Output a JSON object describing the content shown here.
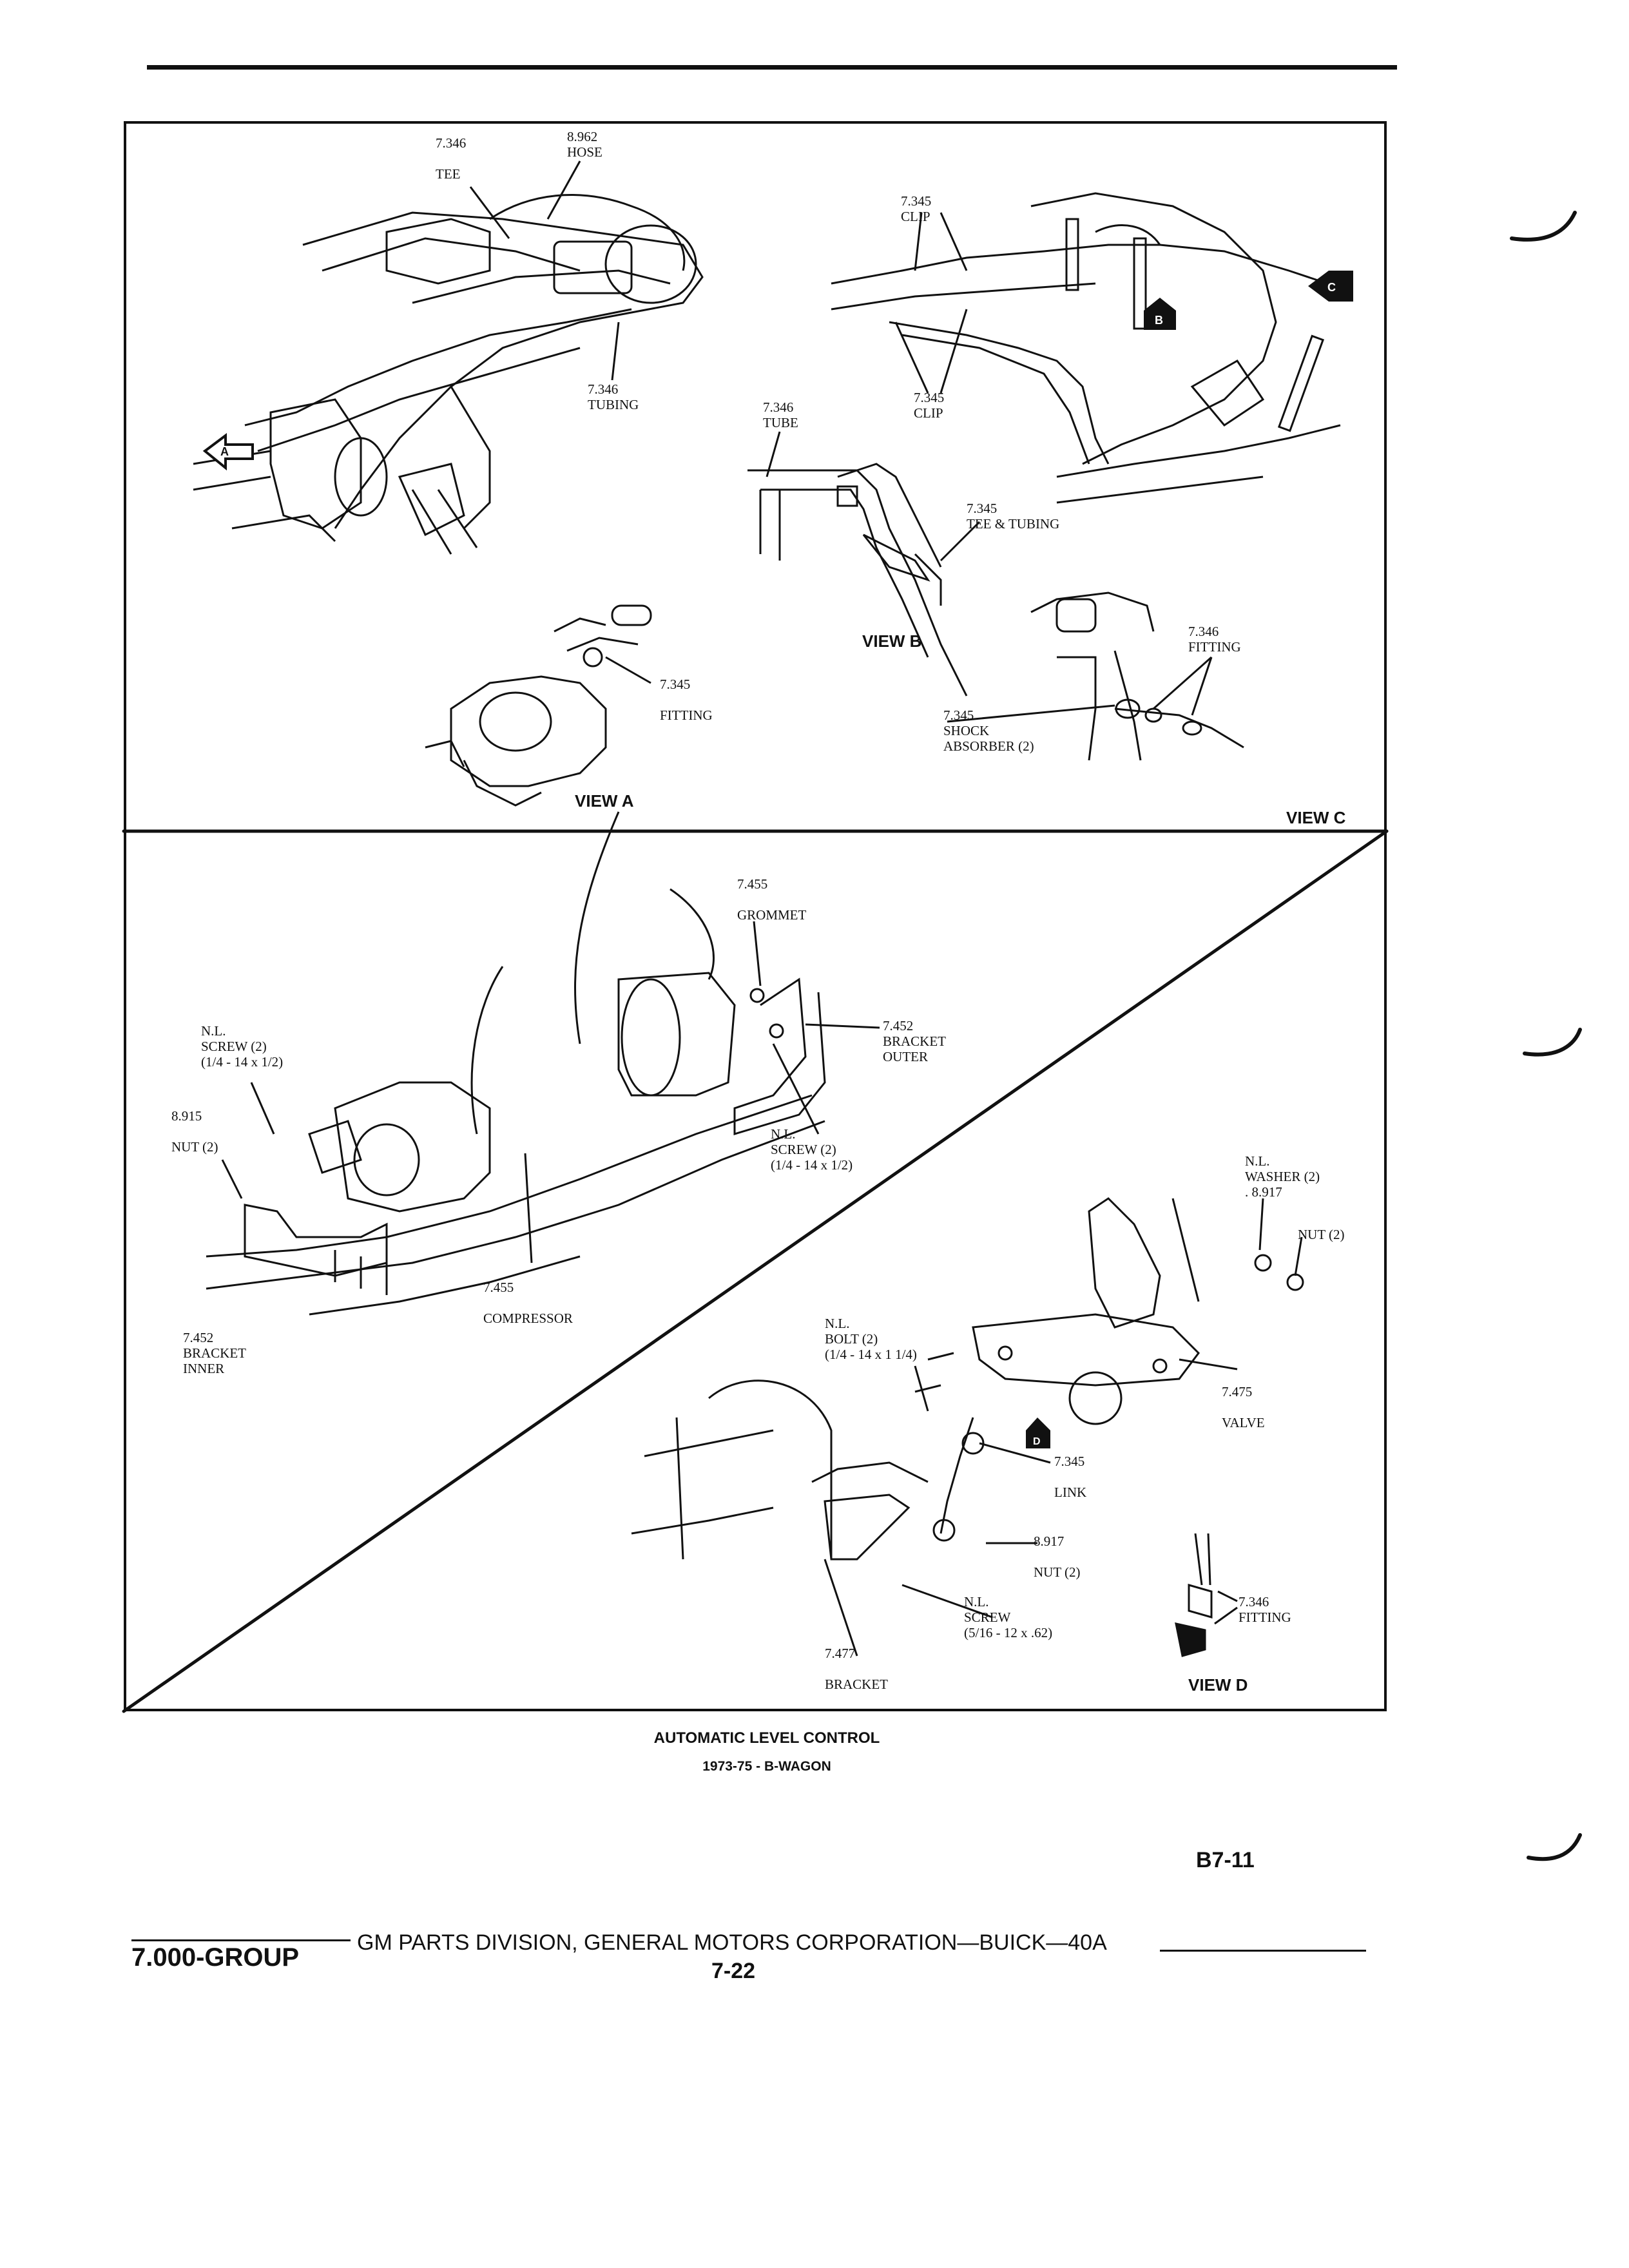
{
  "figure": {
    "caption_title": "AUTOMATIC LEVEL CONTROL",
    "caption_subtitle": "1973-75 - B-WAGON",
    "page_code": "B7-11"
  },
  "views": {
    "a": "VIEW A",
    "b": "VIEW B",
    "c": "VIEW C",
    "d": "VIEW D"
  },
  "callouts": {
    "tee": "7.346\n\nTEE",
    "hose": "8.962\nHOSE",
    "tubing_top": "7.346\nTUBING",
    "clip_top": "7.345\nCLIP",
    "clip_mid": "7.345\nCLIP",
    "tube": "7.346\nTUBE",
    "tee_tubing": "7.345\nTEE & TUBING",
    "fitting_a": "7.345\n\nFITTING",
    "fitting_c": "7.346\nFITTING",
    "shock": "7.345\nSHOCK\nABSORBER (2)",
    "grommet": "7.455\n\nGROMMET",
    "bracket_outer": "7.452\nBRACKET\nOUTER",
    "screw_left": "N.L.\nSCREW (2)\n(1/4 - 14 x 1/2)",
    "nut_left": "8.915\n\nNUT (2)",
    "screw_mid": "N.L.\nSCREW (2)\n(1/4 - 14 x 1/2)",
    "compressor": "7.455\n\nCOMPRESSOR",
    "bracket_inner": "7.452\nBRACKET\nINNER",
    "washer": "N.L.\nWASHER (2)\n. 8.917",
    "nut_right": "NUT (2)",
    "bolt": "N.L.\nBOLT (2)\n(1/4 - 14 x 1 1/4)",
    "valve": "7.475\n\nVALVE",
    "link": "7.345\n\nLINK",
    "nut_d": "8.917\n\nNUT (2)",
    "screw_d": "N.L.\nSCREW\n(5/16 - 12 x .62)",
    "bracket_d": "7.477\n\nBRACKET",
    "fitting_d": "7.346\nFITTING",
    "flag_b": "B",
    "flag_c": "C",
    "flag_d": "D"
  },
  "footer": {
    "group": "7.000-GROUP",
    "division": "GM PARTS DIVISION, GENERAL MOTORS CORPORATION—BUICK—40A",
    "page_number": "7-22"
  }
}
